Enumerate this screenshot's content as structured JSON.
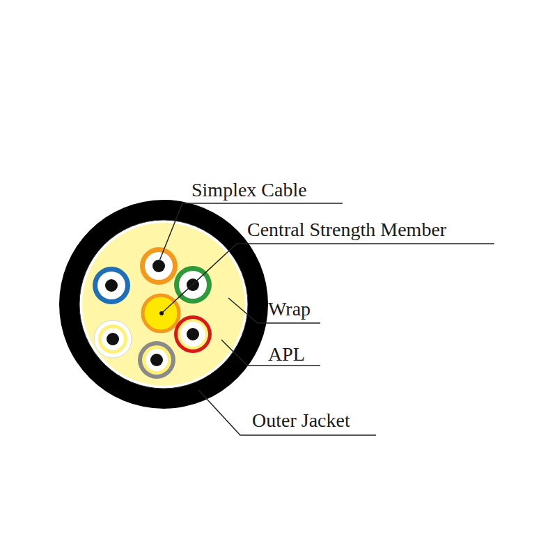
{
  "diagram": {
    "labels": [
      "Simplex Cable",
      "Central Strength Member",
      "Wrap",
      "APL",
      "Outer Jacket"
    ]
  }
}
